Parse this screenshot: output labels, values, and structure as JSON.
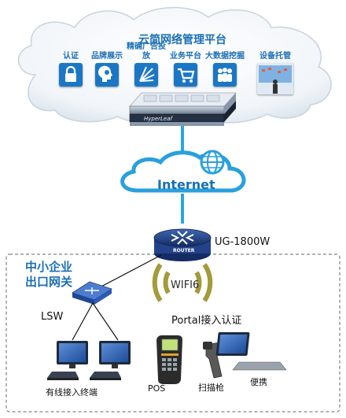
{
  "cloud": {
    "title": "云简网络管理平台",
    "services": [
      {
        "label": "认证",
        "icon": "lock-icon"
      },
      {
        "label": "品牌展示",
        "icon": "brain-icon"
      },
      {
        "label": "精确广告投放",
        "icon": "ray-burst-icon"
      },
      {
        "label": "业务平台",
        "icon": "shopping-cart-icon"
      },
      {
        "label": "大数据挖掘",
        "icon": "people-group-icon"
      },
      {
        "label": "设备托管",
        "icon": "presenter-screen-icon"
      }
    ],
    "server_brand": "HyperLeaf"
  },
  "internet": {
    "label": "Internet"
  },
  "router": {
    "model": "UG-1800W",
    "badge": "ROUTER"
  },
  "box": {
    "title": "中小企业\n出口网关"
  },
  "wifi": {
    "label": "WIFI6"
  },
  "switch": {
    "label": "LSW"
  },
  "portal": {
    "label": "Portal接入认证"
  },
  "devices": {
    "wired": "有线接入终端",
    "pos": "POS",
    "scanner": "扫描枪",
    "portable": "便携"
  },
  "colors": {
    "brand_blue": "#1a6fb5",
    "cloud_blue": "#29a0dc",
    "wifi_olive": "#a39a3a",
    "router_navy": "#1d3a7a"
  }
}
